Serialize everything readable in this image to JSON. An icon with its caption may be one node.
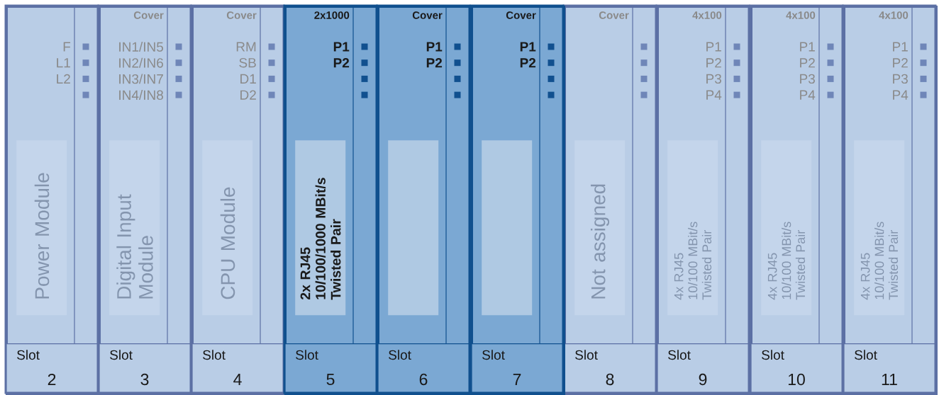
{
  "diagram": {
    "nodes": [
      {
        "text": [
          "F",
          "L1",
          "L2"
        ]
      },
      {
        "text": [
          "Power Module"
        ],
        "in": 0
      },
      {
        "text": [
          "Slot",
          "2"
        ],
        "in": 0
      },
      {
        "text": [
          "Cover",
          "IN1/IN5",
          "IN2/IN6",
          "IN3/IN7",
          "IN4/IN8"
        ]
      },
      {
        "text": [
          "Digital Input Module"
        ],
        "in": 3
      },
      {
        "text": [
          "Slot",
          "3"
        ],
        "in": 3
      },
      {
        "text": [
          "Cover",
          "RM",
          "SB",
          "D1",
          "D2"
        ]
      },
      {
        "text": [
          "CPU Module"
        ],
        "in": 6
      },
      {
        "text": [
          "Slot",
          "4"
        ],
        "in": 6
      },
      {
        "text": [
          "2x1000",
          "P1",
          "P2"
        ]
      },
      {
        "text": [
          "2x RJ45 10/100/1000 MBit/s Twisted Pair"
        ],
        "in": 9
      },
      {
        "text": [
          "Slot",
          "5"
        ],
        "in": 9
      },
      {
        "text": [
          "Cover",
          "P1",
          "P2"
        ]
      },
      {
        "text": [],
        "shape": "box",
        "in": 12
      },
      {
        "text": [
          "Slot",
          "6"
        ],
        "in": 12
      },
      {
        "text": [
          "Cover",
          "P1",
          "P2"
        ]
      },
      {
        "text": [],
        "shape": "box",
        "in": 15
      },
      {
        "text": [
          "Slot",
          "7"
        ],
        "in": 15
      },
      {
        "text": [
          "Cover"
        ]
      },
      {
        "text": [
          "Not assigned"
        ],
        "in": 18
      },
      {
        "text": [
          "Slot",
          "8"
        ],
        "in": 18
      },
      {
        "text": [
          "4x100",
          "P1",
          "P2",
          "P3",
          "P4"
        ]
      },
      {
        "text": [
          "4x RJ45 10/100 MBit/s Twisted Pair"
        ],
        "in": 21
      },
      {
        "text": [
          "Slot",
          "9"
        ],
        "in": 21
      },
      {
        "text": [
          "4x100",
          "P1",
          "P2",
          "P3",
          "P4"
        ]
      },
      {
        "text": [
          "4x RJ45 10/100 MBit/s Twisted Pair"
        ],
        "in": 24
      },
      {
        "text": [
          "Slot",
          "10"
        ],
        "in": 24
      },
      {
        "text": [
          "4x100",
          "P1",
          "P2",
          "P3",
          "P4"
        ]
      },
      {
        "text": [
          "4x RJ45 10/100 MBit/s Twisted Pair"
        ],
        "in": 27
      },
      {
        "text": [
          "Slot",
          "11"
        ],
        "in": 27
      }
    ]
  }
}
